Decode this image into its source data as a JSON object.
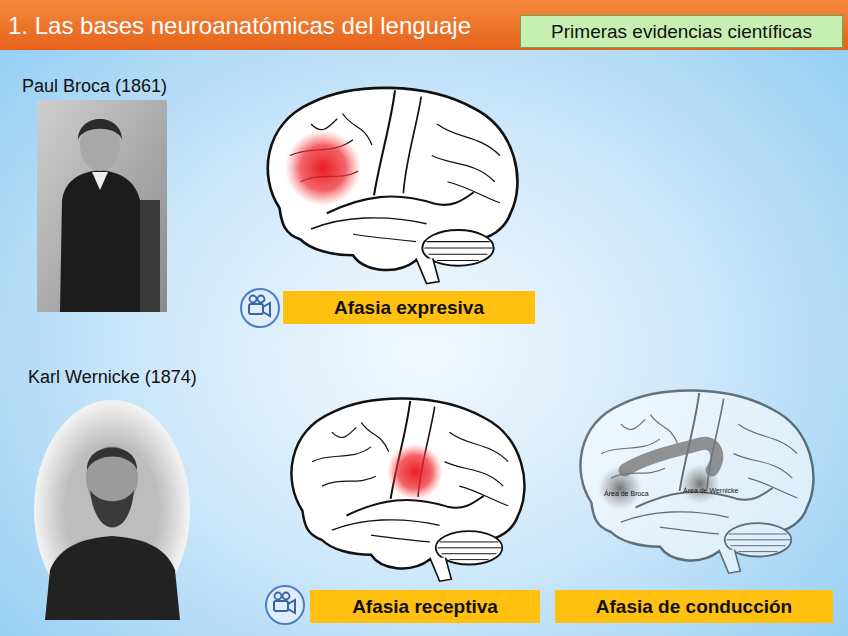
{
  "diagram": {
    "title": "1. Las bases neuroanatómicas del lenguaje",
    "nodes": [
      {
        "text": [
          "Primeras evidencias científicas"
        ]
      },
      {
        "text": [
          "Afasia expresiva"
        ]
      },
      {
        "text": [
          "Afasia receptiva"
        ]
      },
      {
        "text": [
          "Afasia de conducción"
        ]
      }
    ],
    "labels": [
      "Paul Broca (1861)",
      "Karl Wernicke (1874)",
      "Área de Broca",
      "Área de Wernicke"
    ]
  }
}
